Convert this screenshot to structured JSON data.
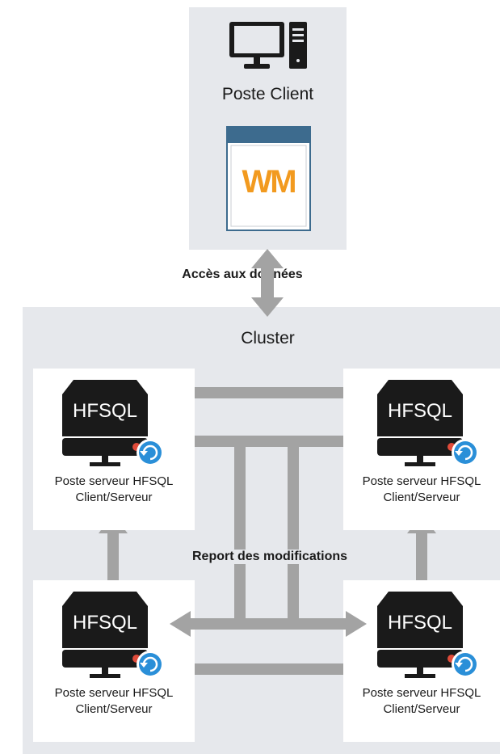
{
  "client": {
    "title": "Poste Client",
    "app_logo": "WM"
  },
  "access_label": "Accès aux données",
  "cluster": {
    "title": "Cluster",
    "sync_label": "Report des modifications"
  },
  "servers": [
    {
      "badge": "HFSQL",
      "line1": "Poste serveur HFSQL",
      "line2": "Client/Serveur"
    },
    {
      "badge": "HFSQL",
      "line1": "Poste serveur HFSQL",
      "line2": "Client/Serveur"
    },
    {
      "badge": "HFSQL",
      "line1": "Poste serveur HFSQL",
      "line2": "Client/Serveur"
    },
    {
      "badge": "HFSQL",
      "line1": "Poste serveur HFSQL",
      "line2": "Client/Serveur"
    }
  ],
  "colors": {
    "panel": "#e6e8ec",
    "arrow": "#a3a3a3",
    "server": "#1a1a1a",
    "led": "#e04b3a",
    "sync": "#2a8fd8",
    "logo_orange": "#f29a1f",
    "window_blue": "#3d6b8e"
  },
  "icons": [
    "desktop-computer-icon",
    "webdev-app-window-icon",
    "database-server-icon",
    "sync-icon"
  ]
}
